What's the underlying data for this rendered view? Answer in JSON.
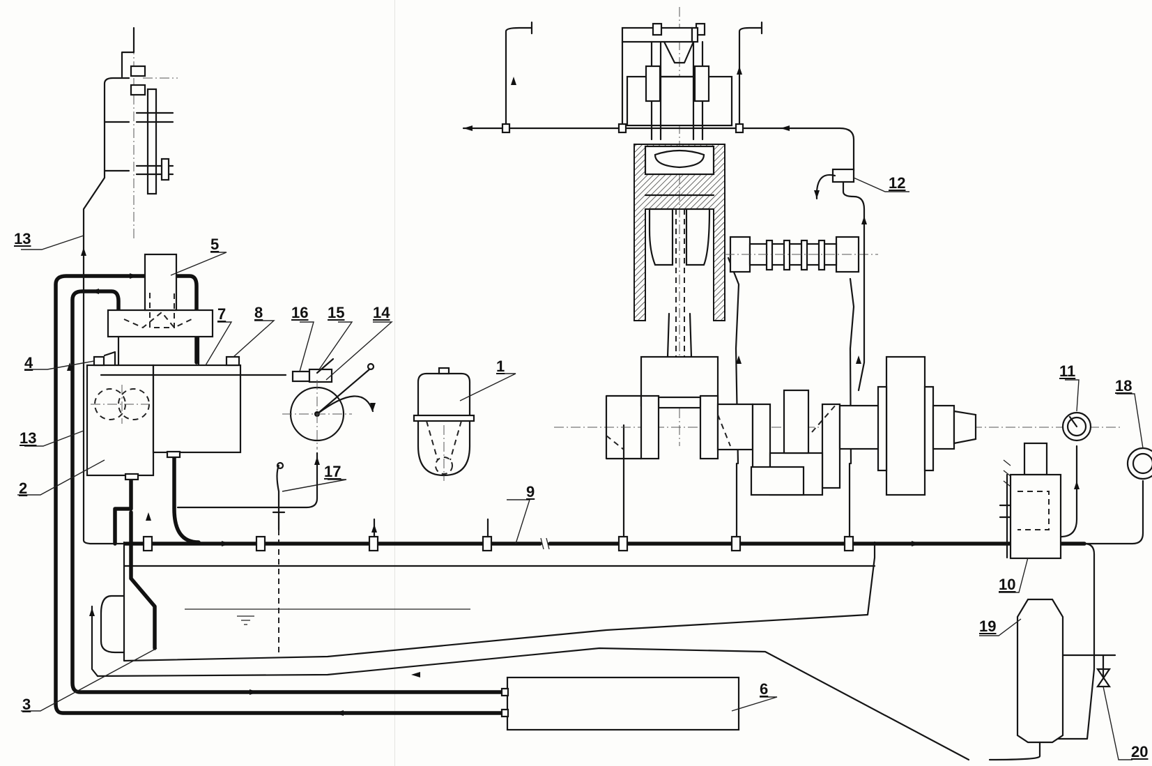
{
  "labels": {
    "l1": "1",
    "l2": "2",
    "l3": "3",
    "l4": "4",
    "l5": "5",
    "l6": "6",
    "l7": "7",
    "l8": "8",
    "l9": "9",
    "l10": "10",
    "l11": "11",
    "l12": "12",
    "l13a": "13",
    "l13b": "13",
    "l14": "14",
    "l15": "15",
    "l16": "16",
    "l17": "17",
    "l18": "18",
    "l19": "19",
    "l20": "20"
  },
  "colors": {
    "ink": "#151515",
    "paper": "#fdfdfb"
  }
}
